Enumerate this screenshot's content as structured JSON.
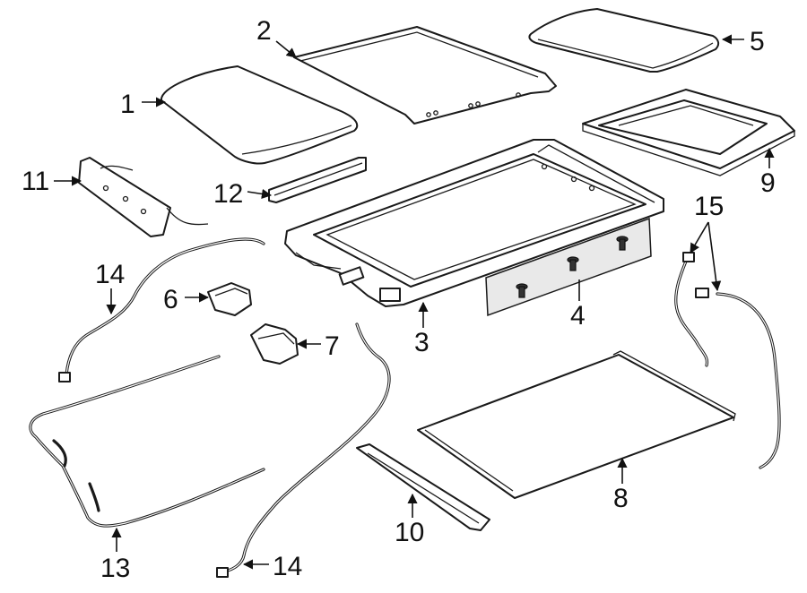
{
  "diagram": {
    "colors": {
      "line": "#1a1a1a",
      "background": "#ffffff",
      "inset_box": "#e9e9e9"
    },
    "callouts": [
      {
        "id": "1",
        "label": "1"
      },
      {
        "id": "2",
        "label": "2"
      },
      {
        "id": "3",
        "label": "3"
      },
      {
        "id": "4",
        "label": "4"
      },
      {
        "id": "5",
        "label": "5"
      },
      {
        "id": "6",
        "label": "6"
      },
      {
        "id": "7",
        "label": "7"
      },
      {
        "id": "8",
        "label": "8"
      },
      {
        "id": "9",
        "label": "9"
      },
      {
        "id": "10",
        "label": "10"
      },
      {
        "id": "11",
        "label": "11"
      },
      {
        "id": "12",
        "label": "12"
      },
      {
        "id": "13",
        "label": "13"
      },
      {
        "id": "14a",
        "label": "14"
      },
      {
        "id": "14b",
        "label": "14"
      },
      {
        "id": "15",
        "label": "15"
      }
    ]
  }
}
